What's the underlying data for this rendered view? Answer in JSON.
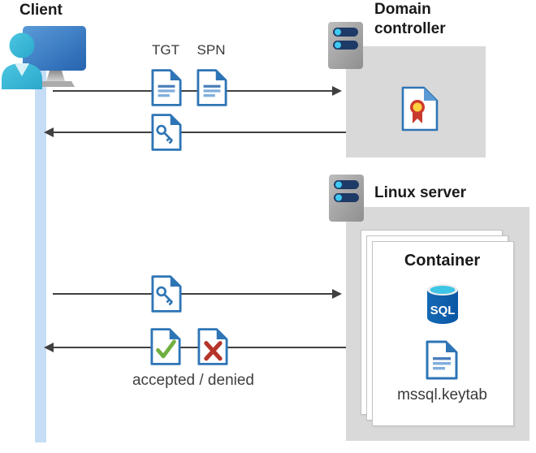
{
  "client": {
    "label": "Client"
  },
  "domain_controller": {
    "label": "Domain controller"
  },
  "linux_server": {
    "label": "Linux server"
  },
  "container": {
    "label": "Container",
    "sql_label": "SQL",
    "keytab_label": "mssql.keytab"
  },
  "messages": {
    "tgt_label": "TGT",
    "spn_label": "SPN",
    "result_label": "accepted / denied"
  },
  "icons": [
    "client-icon",
    "server-icon",
    "document-icon",
    "key-ticket-icon",
    "certificate-icon",
    "accepted-icon",
    "denied-icon",
    "sql-database-icon"
  ],
  "colors": {
    "doc_border_blue": "#2e75b6",
    "doc_line_blue": "#7faedc",
    "doc_line_dark": "#4a7ebb",
    "fold_blue": "#5b9bd5",
    "accept_green": "#6faf3f",
    "deny_red": "#b5352a",
    "ribbon_red": "#d03a2c",
    "ribbon_yellow": "#ffd23e",
    "sql_body_blue": "#0d5ca8",
    "sql_top_cyan": "#3fc5e6",
    "box_gray": "#d9d9d9",
    "lifeline_blue": "#c5ddf5",
    "arrow_gray": "#404040",
    "server_bar_navy": "#1e3a66",
    "server_dot_cyan": "#3fc9f2",
    "monitor_blue": "#2d6bb8",
    "person_cyan": "#35b8d8"
  }
}
